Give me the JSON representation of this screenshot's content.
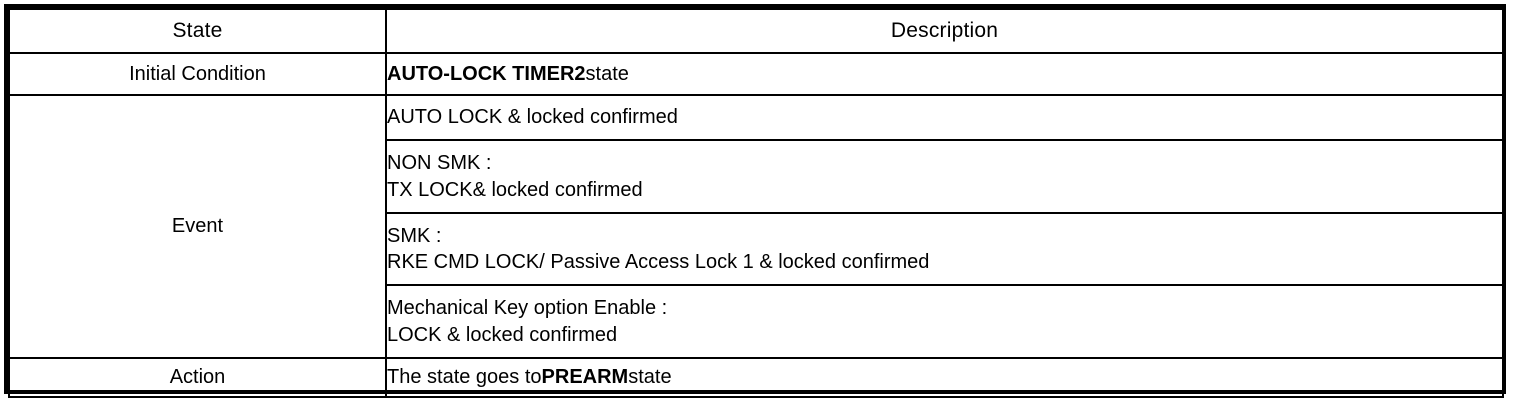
{
  "table": {
    "headers": {
      "state": "State",
      "description": "Description"
    },
    "rows": [
      {
        "state_label": "Initial Condition",
        "rowspan": 1,
        "lines": [
          {
            "bold": "AUTO-LOCK TIMER2",
            "plain": "state"
          }
        ]
      },
      {
        "state_label": "Event",
        "rowspan": 4,
        "entries": [
          {
            "lines": [
              "AUTO LOCK & locked confirmed"
            ]
          },
          {
            "lines": [
              "NON SMK :",
              "TX LOCK& locked confirmed"
            ]
          },
          {
            "lines": [
              "SMK :",
              "RKE CMD LOCK/ Passive Access Lock 1 & locked confirmed"
            ]
          },
          {
            "lines": [
              "Mechanical Key option Enable :",
              "LOCK & locked confirmed"
            ]
          }
        ]
      },
      {
        "state_label": "Action",
        "rowspan": 1,
        "lines": [
          {
            "pre": "The state goes to",
            "bold": "PREARM",
            "plain": "state"
          }
        ]
      }
    ],
    "cells": {
      "initial_condition_label": "Initial Condition",
      "event_label": "Event",
      "action_label": "Action",
      "initial_desc_bold": "AUTO-LOCK TIMER2",
      "initial_desc_tail": "state",
      "event_desc_1": "AUTO LOCK & locked confirmed",
      "event_desc_2a": "NON SMK :",
      "event_desc_2b": "TX LOCK& locked confirmed",
      "event_desc_3a": "SMK :",
      "event_desc_3b": "RKE CMD LOCK/ Passive Access Lock 1 & locked confirmed",
      "event_desc_4a": "Mechanical Key option Enable :",
      "event_desc_4b": "LOCK & locked confirmed",
      "action_desc_pre": "The state goes to",
      "action_desc_bold": "PREARM",
      "action_desc_tail": "state"
    }
  },
  "colors": {
    "border": "#000000",
    "text": "#000000",
    "background": "#ffffff"
  }
}
